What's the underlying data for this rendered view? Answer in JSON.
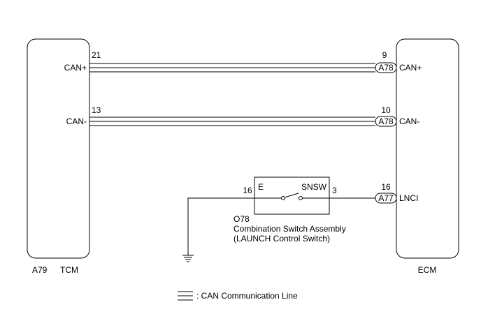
{
  "tcm": {
    "connector": "A79",
    "name": "TCM",
    "pins": [
      {
        "number": "21",
        "signal": "CAN+"
      },
      {
        "number": "13",
        "signal": "CAN-"
      }
    ]
  },
  "ecm": {
    "name": "ECM",
    "pins": [
      {
        "number": "9",
        "connector": "A78",
        "signal": "CAN+"
      },
      {
        "number": "10",
        "connector": "A78",
        "signal": "CAN-"
      },
      {
        "number": "16",
        "connector": "A77",
        "signal": "LNCI"
      }
    ]
  },
  "switch": {
    "code": "O78",
    "name": "Combination Switch Assembly",
    "subname": "(LAUNCH Control Switch)",
    "left_pin": "16",
    "left_terminal": "E",
    "right_pin": "3",
    "right_terminal": "SNSW"
  },
  "legend": {
    "text": ": CAN Communication Line"
  }
}
